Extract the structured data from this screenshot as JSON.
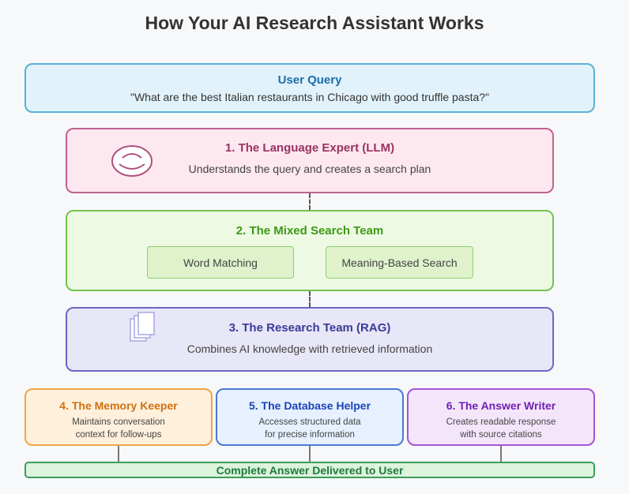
{
  "title": "How Your AI Research Assistant Works",
  "query": {
    "title": "User Query",
    "text": "\"What are the best Italian restaurants in Chicago with good truffle pasta?\""
  },
  "llm": {
    "title": "1. The Language Expert (LLM)",
    "desc": "Understands the query and creates a search plan",
    "icon": "face-icon"
  },
  "search": {
    "title": "2. The Mixed Search Team",
    "options": [
      "Word Matching",
      "Meaning-Based Search"
    ]
  },
  "rag": {
    "title": "3. The Research Team (RAG)",
    "desc": "Combines AI knowledge with retrieved information",
    "icon": "documents-icon"
  },
  "helpers": [
    {
      "title": "4. The Memory Keeper",
      "line1": "Maintains conversation",
      "line2": "context for follow-ups",
      "color": "#d0700f"
    },
    {
      "title": "5. The Database Helper",
      "line1": "Accesses structured data",
      "line2": "for precise information",
      "color": "#1a44b8"
    },
    {
      "title": "6. The Answer Writer",
      "line1": "Creates readable response",
      "line2": "with source citations",
      "color": "#7020b0"
    }
  ],
  "result": "Complete Answer Delivered to User"
}
